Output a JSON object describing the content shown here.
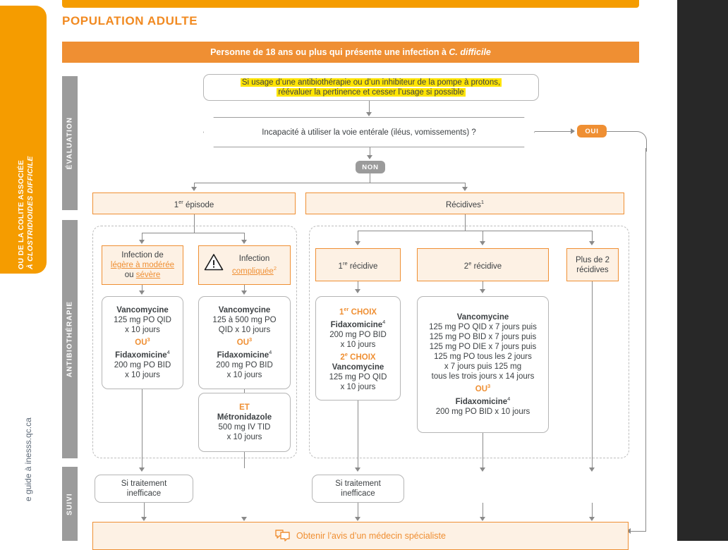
{
  "colors": {
    "orange_strong": "#f59c00",
    "orange_mid": "#ef8f33",
    "orange_text": "#f18a21",
    "box_fill": "#fdf1e4",
    "grey_band": "#9b9b9b",
    "highlight": "#ffe400",
    "dark_gutter": "#282828"
  },
  "left_tab": {
    "line1": "OU DE LA COLITE ASSOCIÉE",
    "line2": "À CLOSTRIDIOIDES DIFFICILE"
  },
  "left_url": "e guide à inesss.qc.ca",
  "section_title": "POPULATION ADULTE",
  "patient_banner": {
    "text_before": "Personne de 18 ans ou plus qui présente une infection à ",
    "text_italic": "C. difficile"
  },
  "bands": {
    "evaluation": "ÉVALUATION",
    "antibiotherapie": "ANTIBIOTHÉRAPIE",
    "suivi": "SUIVI"
  },
  "evaluation": {
    "note_line1": "Si usage d’une antibiothérapie ou d’un inhibiteur de la pompe à protons,",
    "note_line2": "réévaluer la pertinence et cesser l’usage si possible",
    "decision": "Incapacité à utiliser la voie entérale (iléus, vomissements) ?",
    "yes_label": "OUI",
    "no_label": "NON"
  },
  "branches": {
    "episode1": "1er épisode",
    "episode1_sup": "er",
    "episode1_main": "1",
    "episode1_rest": " épisode",
    "recidives": "Récidives",
    "recidives_sup": "1"
  },
  "left_branch": {
    "infection_mild": {
      "line1": "Infection de",
      "underline1": "légère à modérée",
      "line2_pre": "ou ",
      "underline2": "sévère"
    },
    "infection_complicated": {
      "line1": "Infection",
      "underline1": "compliquée",
      "sup": "2",
      "icon": "warning-triangle-icon"
    },
    "card_mild": {
      "drug1": "Vancomycine",
      "dose1a": "125 mg PO QID",
      "dose1b": "x 10 jours",
      "or": "OU",
      "or_sup": "3",
      "drug2": "Fidaxomicine",
      "drug2_sup": "4",
      "dose2a": "200 mg PO BID",
      "dose2b": "x 10 jours"
    },
    "card_complicated": {
      "drug1": "Vancomycine",
      "dose1a": "125 à 500 mg PO",
      "dose1b": "QID x 10 jours",
      "or": "OU",
      "or_sup": "3",
      "drug2": "Fidaxomicine",
      "drug2_sup": "4",
      "dose2a": "200 mg PO BID",
      "dose2b": "x 10 jours"
    },
    "card_metro": {
      "and": "ET",
      "drug": "Métronidazole",
      "dose1": "500 mg IV TID",
      "dose2": "x 10 jours"
    }
  },
  "right_branch": {
    "recidive1_label_main": "1",
    "recidive1_label_sup": "re",
    "recidive1_label_rest": " récidive",
    "recidive2_label_main": "2",
    "recidive2_label_sup": "e",
    "recidive2_label_rest": " récidive",
    "recidive3_line1": "Plus de 2",
    "recidive3_line2": "récidives",
    "card_r1": {
      "choice1_main": "1",
      "choice1_sup": "er",
      "choice1_rest": " CHOIX",
      "drug1": "Fidaxomicine",
      "drug1_sup": "4",
      "dose1a": "200 mg PO BID",
      "dose1b": "x 10 jours",
      "choice2_main": "2",
      "choice2_sup": "e",
      "choice2_rest": " CHOIX",
      "drug2": "Vancomycine",
      "dose2a": "125 mg PO QID",
      "dose2b": "x 10 jours"
    },
    "card_r2": {
      "drug1": "Vancomycine",
      "dose_lines": [
        "125 mg PO QID x 7 jours puis",
        "125 mg PO BID x 7 jours puis",
        "125 mg PO DIE x 7 jours puis",
        "125 mg PO tous les 2 jours",
        "x 7 jours puis 125 mg",
        "tous les trois jours x 14 jours"
      ],
      "or": "OU",
      "or_sup": "3",
      "drug2": "Fidaxomicine",
      "drug2_sup": "4",
      "dose2": "200 mg PO BID x 10 jours"
    }
  },
  "followup": {
    "box1_line1": "Si traitement",
    "box1_line2": "inefficace",
    "box2_line1": "Si traitement",
    "box2_line2": "inefficace",
    "bottom_bar_label": "Obtenir l’avis d’un médecin spécialiste",
    "bottom_bar_icon": "speech-bubble-icon"
  }
}
